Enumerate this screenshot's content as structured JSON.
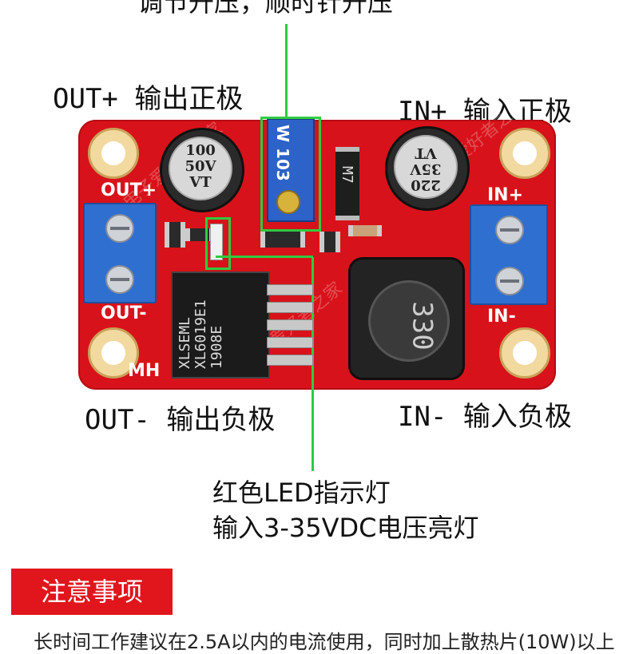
{
  "top_note": "调节升压，顺时针升压",
  "labels": {
    "out_pos": "OUT+ 输出正极",
    "in_pos": "IN+ 输入正极",
    "out_neg": "OUT- 输出负极",
    "in_neg": "IN- 输入负极"
  },
  "led_note": {
    "line1": "红色LED指示灯",
    "line2": "输入3-35VDC电压亮灯"
  },
  "notice": "注意事项",
  "bottom_text": "长时间工作建议在2.5A以内的电流使用，同时加上散热片(10W)以上",
  "board": {
    "silk_out_pos": "OUT+",
    "silk_out_neg": "OUT-",
    "silk_in_pos": "IN+",
    "silk_in_neg": "IN-",
    "silk_mh": "MH",
    "cap_left": "100\n50V\nVT",
    "cap_right": "220\n35V\nVT",
    "pot_text": "W 103",
    "ic_text": "XLSEML\nXL6019E1\n1908E",
    "inductor_text": "330",
    "diode_text": "M7",
    "watermark": "电子爱好者之家"
  },
  "colors": {
    "board_red": "#d8121a",
    "highlight_green": "#2ecc40",
    "terminal_blue": "#2f6fd0",
    "notice_red": "#e0161c"
  }
}
